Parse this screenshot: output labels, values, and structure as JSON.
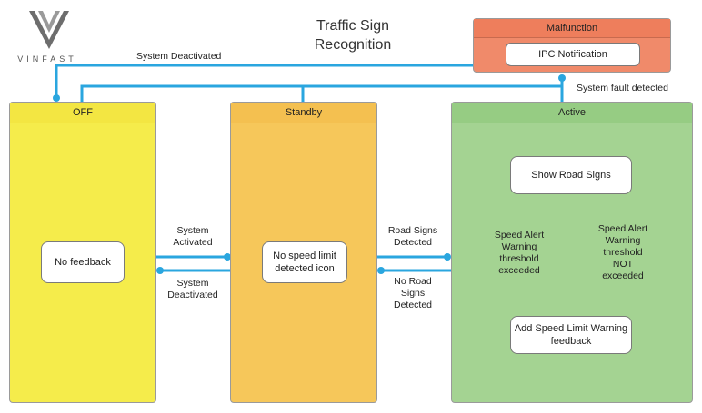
{
  "logo": {
    "text": "VINFAST"
  },
  "title": {
    "line1": "Traffic Sign",
    "line2": "Recognition"
  },
  "states": {
    "off": {
      "label": "OFF",
      "action": "No feedback"
    },
    "standby": {
      "label": "Standby",
      "action": "No speed limit detected icon"
    },
    "active": {
      "label": "Active",
      "action_show": "Show Road Signs",
      "action_speed": "Add Speed Limit Warning feedback"
    },
    "malfunction": {
      "label": "Malfunction",
      "action": "IPC Notification"
    }
  },
  "transitions": {
    "system_deactivated_top": "System Deactivated",
    "system_fault_detected": "System fault detected",
    "system_activated": "System Activated",
    "system_deactivated": "System Deactivated",
    "road_signs_detected": "Road Signs Detected",
    "no_road_signs_detected": "No Road Signs Detected",
    "speed_alert_exceeded": "Speed Alert Warning threshold exceeded",
    "speed_alert_not_exceeded": "Speed Alert Warning threshold NOT exceeded"
  },
  "colors": {
    "wire": "#2aa6df",
    "off": "#f5ec4b",
    "standby": "#f6c75a",
    "active": "#a4d392",
    "malfunction": "#f08a6a"
  }
}
